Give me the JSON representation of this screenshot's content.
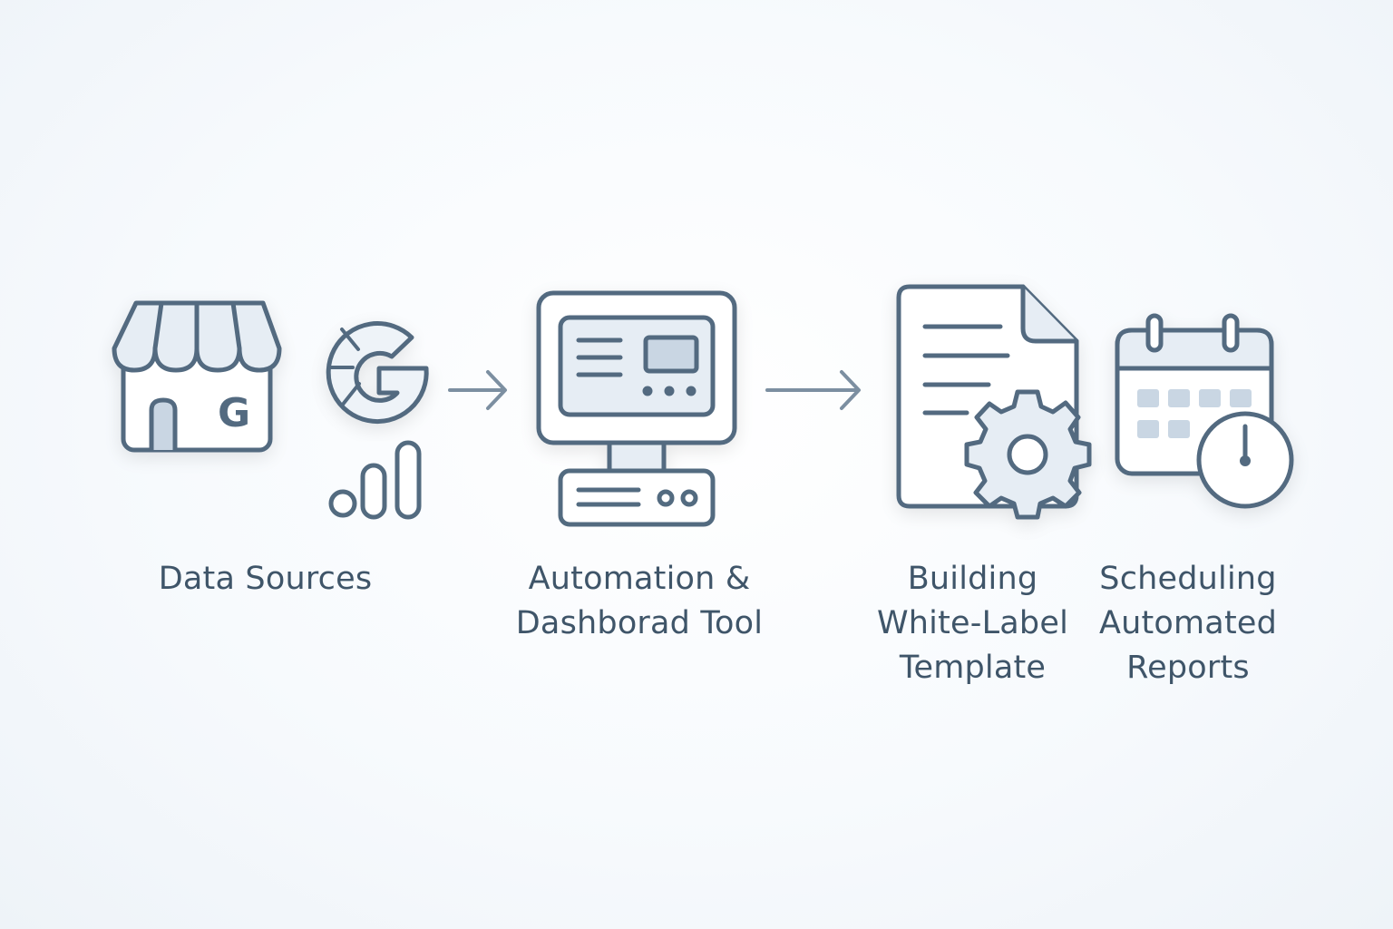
{
  "steps": [
    {
      "label": "Data Sources",
      "icons": [
        "storefront-icon",
        "google-icon",
        "analytics-icon"
      ]
    },
    {
      "label": "Automation &\nDashborad Tool",
      "icons": [
        "monitor-icon",
        "server-icon"
      ]
    },
    {
      "label": "Building\nWhite-Label\nTemplate",
      "icons": [
        "document-gear-icon"
      ]
    },
    {
      "label": "Scheduling\nAutomated\nReports",
      "icons": [
        "calendar-clock-icon"
      ]
    }
  ],
  "icon_glyphs": {
    "storefront_letter": "G"
  },
  "colors": {
    "stroke": "#536b80",
    "fill_light": "#e6edf4",
    "fill_mid": "#c9d6e3",
    "arrow": "#7c8fa1",
    "text": "#3f5569",
    "background": "#f7fafd"
  }
}
